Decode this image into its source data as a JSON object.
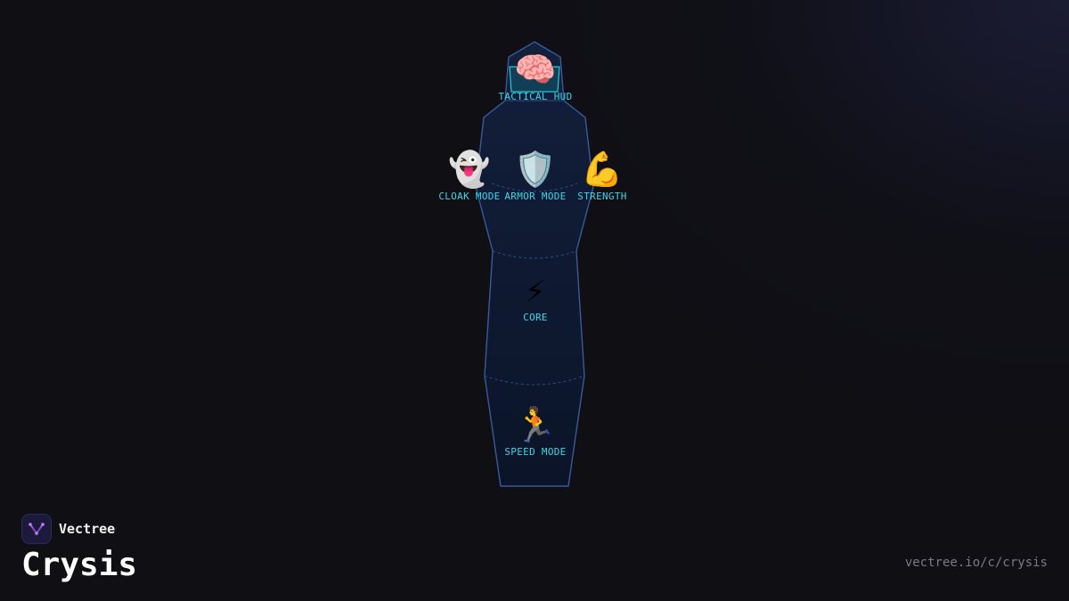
{
  "brand": {
    "name": "Vectree",
    "logo_icon": "vectree-logo-icon",
    "accent": "#b35cf0"
  },
  "page": {
    "title": "Crysis",
    "url": "vectree.io/c/crysis"
  },
  "colors": {
    "label": "#39d6ea",
    "suit_stroke": "#3a5a9a",
    "suit_fill": "#0d1830",
    "visor": "#1ad0d8",
    "background": "#0f0f14"
  },
  "nodes": [
    {
      "id": "tactical-hud",
      "icon": "brain-icon",
      "glyph": "🧠",
      "label": "TACTICAL HUD"
    },
    {
      "id": "cloak-mode",
      "icon": "ghost-icon",
      "glyph": "👻",
      "label": "CLOAK MODE"
    },
    {
      "id": "armor-mode",
      "icon": "shield-icon",
      "glyph": "🛡️",
      "label": "ARMOR MODE"
    },
    {
      "id": "strength",
      "icon": "flexed-biceps-icon",
      "glyph": "💪",
      "label": "STRENGTH"
    },
    {
      "id": "core",
      "icon": "lightning-icon",
      "glyph": "⚡",
      "label": "CORE"
    },
    {
      "id": "speed-mode",
      "icon": "runner-icon",
      "glyph": "🏃",
      "label": "SPEED MODE"
    }
  ]
}
